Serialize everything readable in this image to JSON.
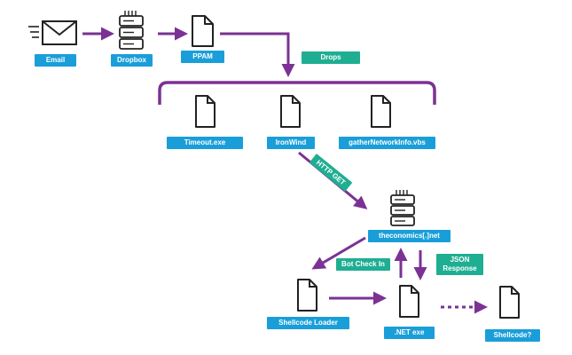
{
  "nodes": {
    "email": {
      "label": "Email",
      "icon": "envelope-icon"
    },
    "dropbox": {
      "label": "Dropbox",
      "icon": "server-icon"
    },
    "ppam": {
      "label": "PPAM",
      "icon": "file-icon"
    },
    "timeout": {
      "label": "Timeout.exe",
      "icon": "file-icon"
    },
    "ironwind": {
      "label": "IronWind",
      "icon": "file-icon"
    },
    "gather": {
      "label": "gatherNetworkInfo.vbs",
      "icon": "file-icon"
    },
    "server": {
      "label": "theconomics[.]net",
      "icon": "server-icon"
    },
    "loader": {
      "label": "Shellcode Loader",
      "icon": "file-icon"
    },
    "netexe": {
      "label": ".NET exe",
      "icon": "file-icon"
    },
    "shellcode": {
      "label": "Shellcode?",
      "icon": "file-icon"
    }
  },
  "edges": {
    "drops": "Drops",
    "http_get": "HTTP GET",
    "bot_check_in": "Bot Check In",
    "json_response": "JSON Response"
  },
  "colors": {
    "arrow": "#7b3294",
    "node_label": "#1a9ed9",
    "edge_label": "#1fae92",
    "icon_stroke": "#222222"
  }
}
